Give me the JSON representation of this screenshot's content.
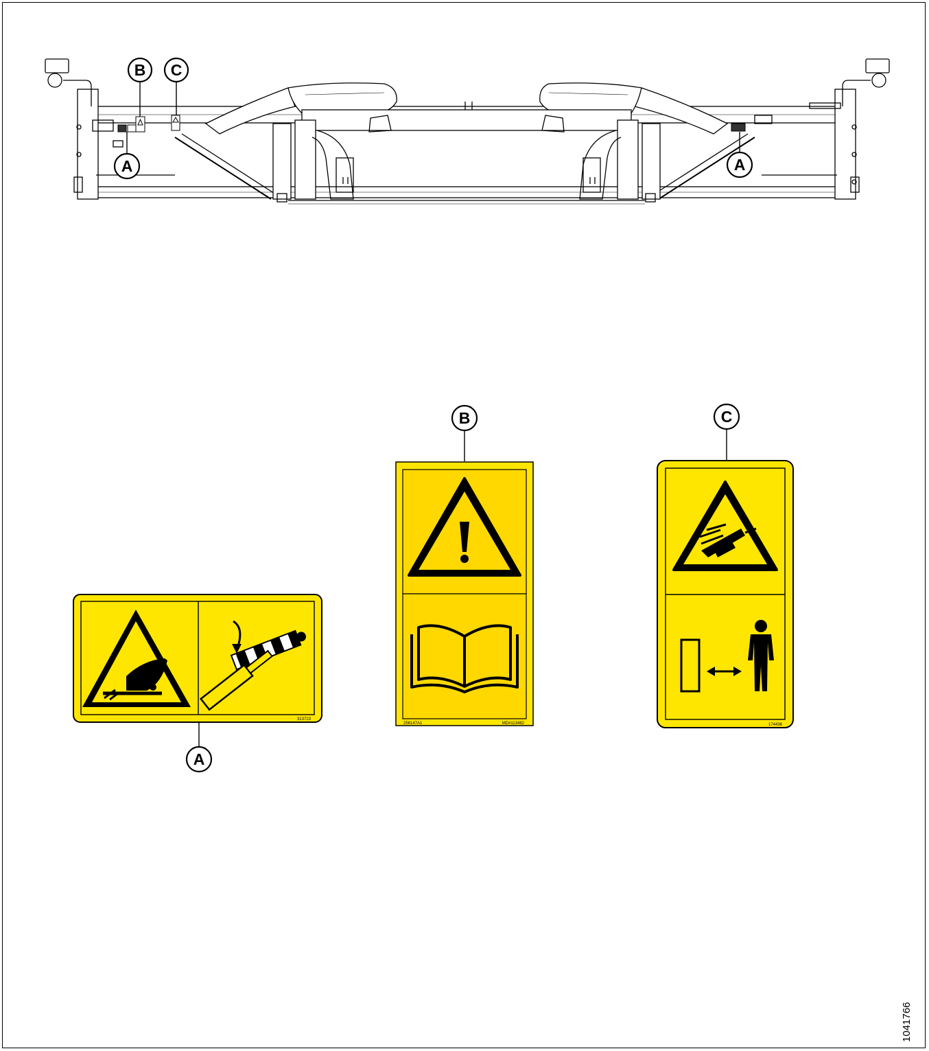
{
  "figure_id": "1041766",
  "colors": {
    "decal_yellow": "#ffe600",
    "decal_yellow_light": "#ffd800",
    "line": "#000000"
  },
  "overview": {
    "callouts": [
      {
        "name": "callout-b-top",
        "letter": "B"
      },
      {
        "name": "callout-c-top",
        "letter": "C"
      },
      {
        "name": "callout-a-left",
        "letter": "A"
      },
      {
        "name": "callout-a-right",
        "letter": "A"
      }
    ]
  },
  "decals": {
    "a": {
      "letter": "A",
      "part_number": "313723",
      "icons": [
        "crush-hazard-icon",
        "cylinder-lock-icon"
      ]
    },
    "b": {
      "letter": "B",
      "part_number_left": "256147A1",
      "part_number_right": "MD#113482",
      "icons": [
        "general-warning-icon",
        "operator-manual-icon"
      ]
    },
    "c": {
      "letter": "C",
      "part_number": "174436",
      "icons": [
        "high-pressure-fluid-icon",
        "keep-distance-icon"
      ]
    }
  }
}
